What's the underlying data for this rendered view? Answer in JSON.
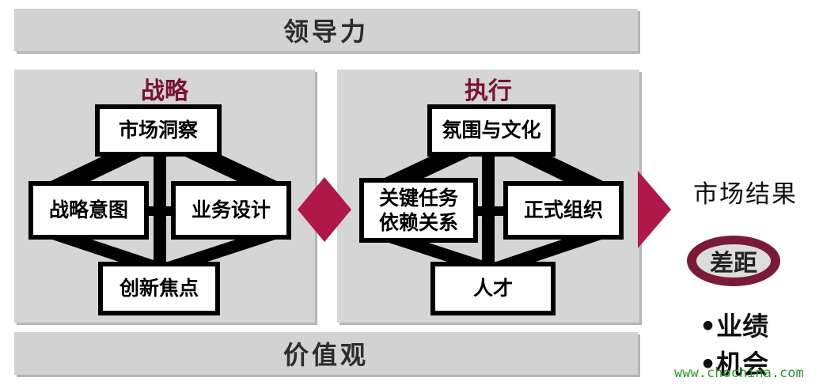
{
  "top_bar": {
    "label": "领导力"
  },
  "bottom_bar": {
    "label": "价值观"
  },
  "strategy": {
    "title": "战略",
    "top": "市场洞察",
    "left": "战略意图",
    "right": "业务设计",
    "bottom": "创新焦点"
  },
  "execution": {
    "title": "执行",
    "top": "氛围与文化",
    "left_line1": "关键任务",
    "left_line2": "依赖关系",
    "right": "正式组织",
    "bottom": "人才"
  },
  "results": {
    "title": "市场结果",
    "gap": "差距",
    "items": [
      "•业绩",
      "•机会"
    ]
  },
  "watermark": "www.chochina.com",
  "colors": {
    "accent": "#7a1230",
    "diamond": "#b0184a",
    "panel": "#d5d5d5",
    "text": "#000000",
    "watermark": "#2b9a2b"
  }
}
